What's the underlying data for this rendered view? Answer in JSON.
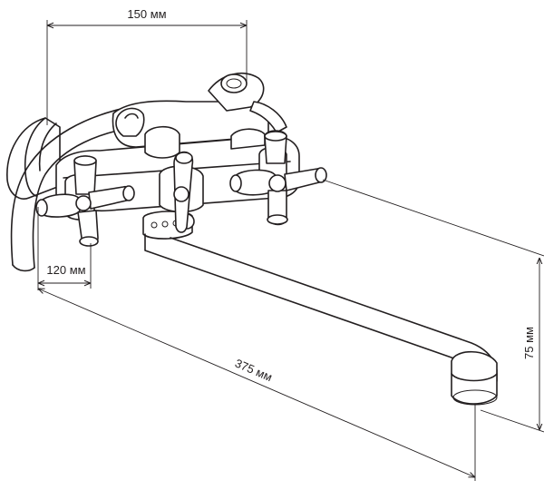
{
  "dimensions": {
    "width_top": "150 мм",
    "outlet_height": "75 мм",
    "wall_offset": "120 мм",
    "spout_length": "375 мм"
  },
  "colors": {
    "stroke": "#231f20",
    "background": "#ffffff"
  }
}
